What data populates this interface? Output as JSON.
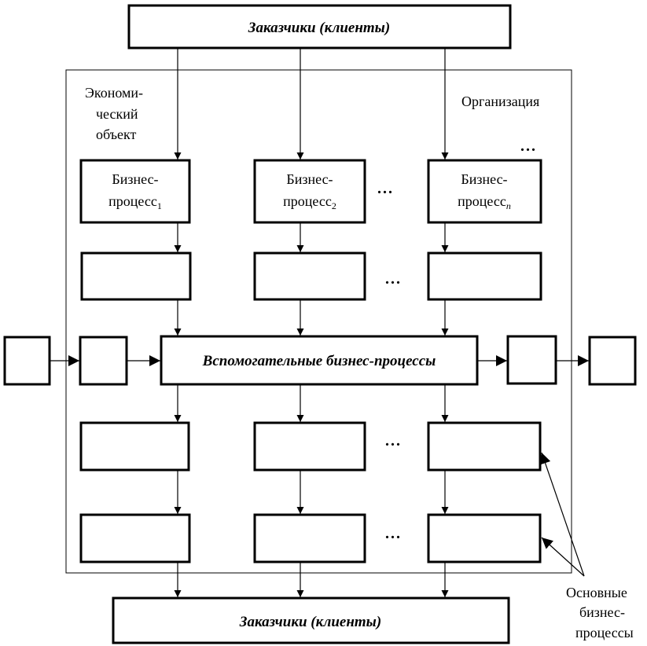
{
  "customers_top": "Заказчики (клиенты)",
  "customers_bottom": "Заказчики (клиенты)",
  "economic_object": [
    "Экономи-",
    "ческий",
    "объект"
  ],
  "organization": "Организация",
  "processes": [
    {
      "line1": "Бизнес-",
      "line2": "процесс",
      "sub": "1"
    },
    {
      "line1": "Бизнес-",
      "line2": "процесс",
      "sub": "2"
    },
    {
      "line1": "Бизнес-",
      "line2": "процесс",
      "sub": "n"
    }
  ],
  "support_processes": "Вспомогательные бизнес-процессы",
  "main_processes_label": [
    "Основные",
    "бизнес-",
    "процессы"
  ],
  "ellipsis": "..."
}
